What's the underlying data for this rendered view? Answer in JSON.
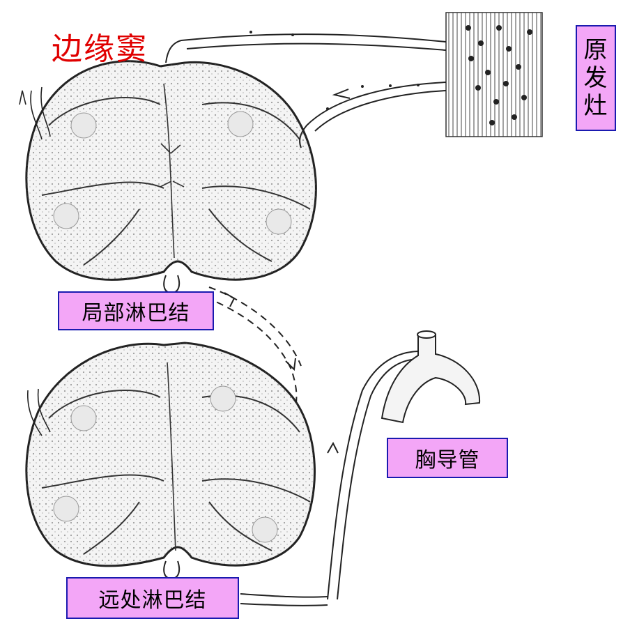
{
  "labels": {
    "marginal_sinus": "边缘窦",
    "primary_focus": "原发灶",
    "local_node": "局部淋巴结",
    "thoracic_duct": "胸导管",
    "distant_node": "远处淋巴结"
  },
  "colors": {
    "label_fill": "#f3a6f7",
    "label_border": "#1a1ab0",
    "sinus_text": "#e00000",
    "ink": "#222222"
  }
}
